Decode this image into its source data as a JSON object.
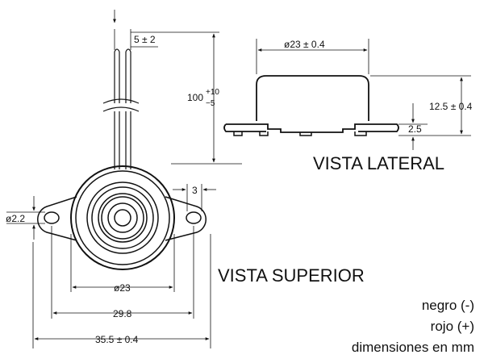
{
  "top_view": {
    "lead_spacing": "5 ± 2",
    "lead_length_main": "100",
    "lead_length_plus": "+10",
    "lead_length_minus": "−5",
    "tab_width": "3",
    "hole_diameter": "ø2.2",
    "body_diameter": "ø23",
    "hole_spacing": "29.8",
    "overall_width": "35.5 ± 0.4",
    "view_title": "VISTA SUPERIOR"
  },
  "side_view": {
    "body_diameter": "ø23 ± 0.4",
    "height": "12.5 ± 0.4",
    "flange_height": "2.5",
    "view_title": "VISTA LATERAL"
  },
  "notes": {
    "black": "negro (-)",
    "red": "rojo (+)",
    "units": "dimensiones en mm"
  }
}
